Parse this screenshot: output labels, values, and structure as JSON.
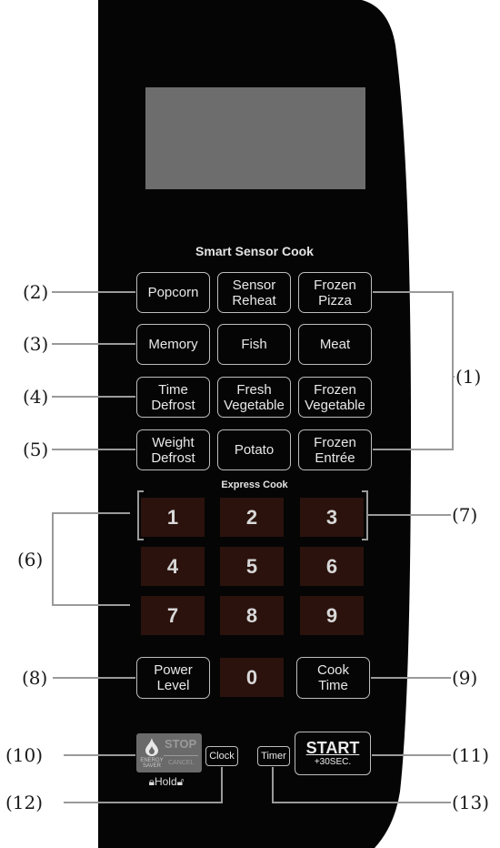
{
  "panel": {
    "section_title": "Smart Sensor Cook",
    "express_title": "Express Cook"
  },
  "buttons": {
    "popcorn": [
      "Popcorn"
    ],
    "sensor_reheat": [
      "Sensor",
      "Reheat"
    ],
    "frozen_pizza": [
      "Frozen",
      "Pizza"
    ],
    "memory": [
      "Memory"
    ],
    "fish": [
      "Fish"
    ],
    "meat": [
      "Meat"
    ],
    "time_defrost": [
      "Time",
      "Defrost"
    ],
    "fresh_vegetable": [
      "Fresh",
      "Vegetable"
    ],
    "frozen_vegetable": [
      "Frozen",
      "Vegetable"
    ],
    "weight_defrost": [
      "Weight",
      "Defrost"
    ],
    "potato": [
      "Potato"
    ],
    "frozen_entree": [
      "Frozen",
      "Entrée"
    ],
    "power_level": [
      "Power",
      "Level"
    ],
    "cook_time": [
      "Cook",
      "Time"
    ]
  },
  "number_keys": [
    "1",
    "2",
    "3",
    "4",
    "5",
    "6",
    "7",
    "8",
    "9",
    "0"
  ],
  "stop": {
    "label": "STOP",
    "energy": "ENERGY SAVER",
    "cancel": "CANCEL",
    "hold": "Hold"
  },
  "clock_label": "Clock",
  "timer_label": "Timer",
  "start": {
    "label": "START",
    "sub": "+30SEC."
  },
  "callouts": [
    "(1)",
    "(2)",
    "(3)",
    "(4)",
    "(5)",
    "(6)",
    "(7)",
    "(8)",
    "(9)",
    "(10)",
    "(11)",
    "(12)",
    "(13)"
  ],
  "colors": {
    "panel": "#050505",
    "display": "#6d6d6d",
    "number_key": "#2b120d",
    "button_border": "#bdbdbd"
  }
}
